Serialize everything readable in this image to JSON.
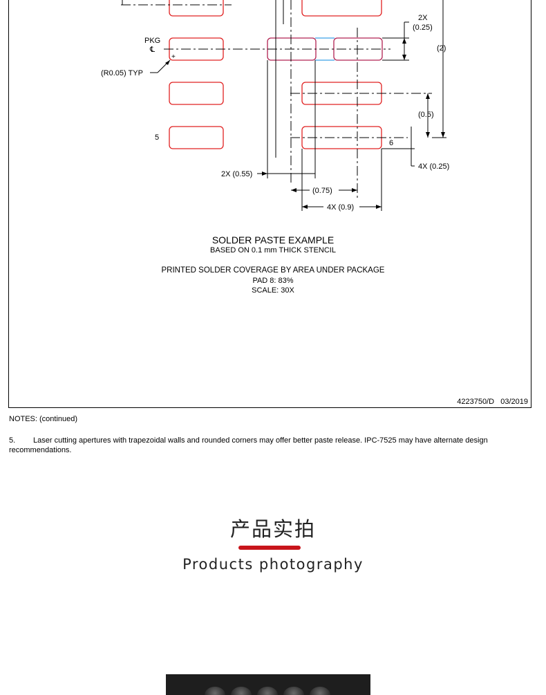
{
  "drawing": {
    "labels": {
      "pkg": "PKG",
      "pkg_cl": "℄",
      "plus": "+",
      "radius": "(R0.05) TYP",
      "pin5": "5",
      "pin6": "6",
      "dim_2x_label": "2X",
      "dim_2x_value": "(0.25)",
      "dim_2": "(2)",
      "dim_05": "(0.5)",
      "dim_4x025": "4X (0.25)",
      "dim_2x055": "2X (0.55)",
      "dim_075": "(0.75)",
      "dim_4x09": "4X (0.9)"
    },
    "colors": {
      "pad_outline": "#e02020",
      "thermal_fill": "#3aa0e8",
      "line": "#000000"
    }
  },
  "title_block": {
    "heading": "SOLDER PASTE EXAMPLE",
    "stencil": "BASED ON 0.1 mm THICK STENCIL",
    "coverage": "PRINTED SOLDER COVERAGE BY AREA UNDER PACKAGE",
    "pad8": "PAD 8: 83%",
    "scale": "SCALE: 30X"
  },
  "doc_number": "4223750/D   03/2019",
  "notes": {
    "heading": "NOTES: (continued)",
    "item_number": "5.",
    "item_text": "Laser cutting apertures with trapezoidal walls and rounded corners may offer better paste release. IPC-7525 may have alternate design recommendations."
  },
  "section": {
    "title": "产品实拍",
    "subtitle": "Products photography",
    "accent_color": "#c8141b"
  }
}
